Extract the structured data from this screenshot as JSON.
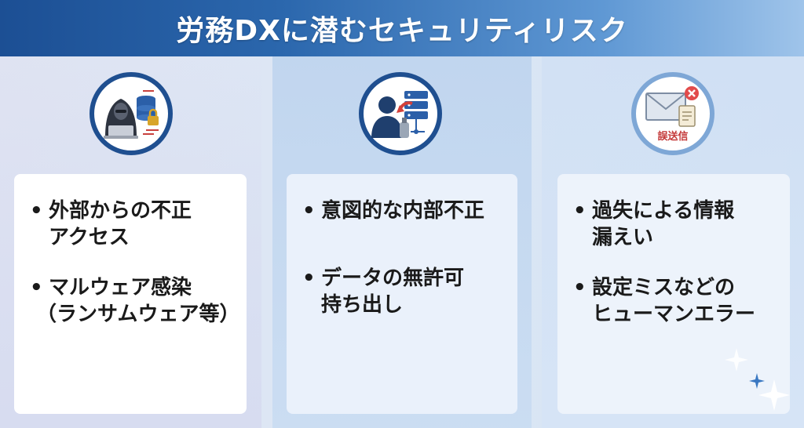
{
  "title": "労務DXに潜むセキュリティリスク",
  "colors": {
    "title_bar_start": "#1c4f94",
    "title_bar_end": "#9fc4ea",
    "icon_ring_dark": "#1f4f90",
    "icon_ring_light": "#7ea7d6",
    "alert_red": "#e24b4b"
  },
  "columns": [
    {
      "icon": "hacker-database-lock-icon",
      "items": [
        {
          "lines": [
            "外部からの不正",
            "アクセス"
          ]
        },
        {
          "lines": [
            "マルウェア感染",
            "（ランサムウェア等）"
          ]
        }
      ]
    },
    {
      "icon": "insider-data-usb-icon",
      "items": [
        {
          "lines": [
            "意図的な内部不正"
          ]
        },
        {
          "lines": [
            "データの無許可",
            "持ち出し"
          ]
        }
      ]
    },
    {
      "icon": "misdelivered-email-icon",
      "icon_label": "誤送信",
      "items": [
        {
          "lines": [
            "過失による情報",
            "漏えい"
          ]
        },
        {
          "lines": [
            "設定ミスなどの",
            "ヒューマンエラー"
          ]
        }
      ]
    }
  ],
  "bullet": "•"
}
